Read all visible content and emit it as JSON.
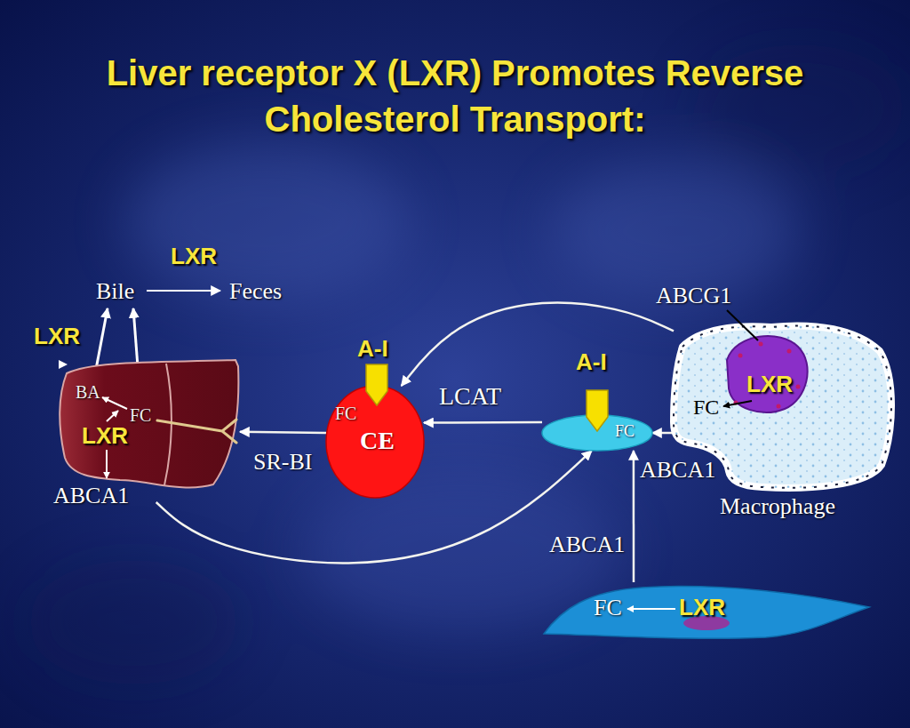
{
  "diagram": {
    "title": "Liver receptor X (LXR) Promotes Reverse Cholesterol Transport:",
    "nodes": [
      {
        "text": [
          "BA",
          "FC",
          "LXR",
          "ABCA1"
        ]
      },
      {
        "text": [
          "A-I",
          "FC",
          "CE"
        ]
      },
      {
        "text": [
          "A-I",
          "FC"
        ]
      },
      {
        "text": [
          "ABCG1",
          "LXR",
          "FC",
          "Macrophage"
        ]
      },
      {
        "text": [
          "FC",
          "LXR"
        ]
      }
    ],
    "edges": [
      {
        "from": 3,
        "to": 1,
        "arrow": "to"
      },
      {
        "from": 3,
        "to": 2,
        "label": "ABCA1",
        "arrow": "to"
      },
      {
        "from": 2,
        "to": 1,
        "label": "LCAT",
        "arrow": "to"
      },
      {
        "from": 1,
        "to": 0,
        "label": "SR-BI",
        "arrow": "to"
      },
      {
        "from": 0,
        "to": 2,
        "arrow": "to"
      },
      {
        "from": 4,
        "to": 2,
        "label": "ABCA1",
        "arrow": "to"
      }
    ],
    "labels": [
      "LXR",
      "Bile",
      "Feces",
      "LXR"
    ]
  }
}
